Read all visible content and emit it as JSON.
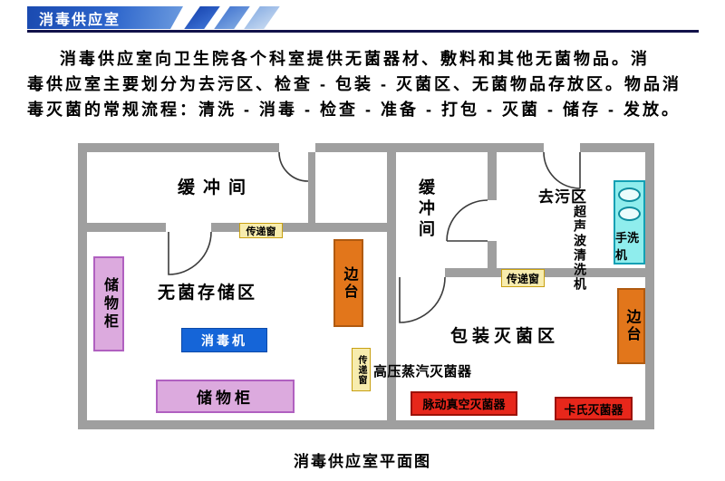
{
  "header": {
    "title": "消毒供应室"
  },
  "intro": {
    "line1": "消毒供应室向卫生院各个科室提供无菌器材、敷料和其他无菌物品。消",
    "line2": "毒供应室主要划分为去污区、检查 - 包装 - 灭菌区、无菌物品存放区。物品消",
    "line3": "毒灭菌的常规流程：清洗 - 消毒 - 检查 - 准备 - 打包 - 灭菌 - 储存 - 发放。"
  },
  "floor_plan": {
    "caption": "消毒供应室平面图",
    "rooms": {
      "buffer_left": "缓冲间",
      "sterile_storage": "无菌存储区",
      "buffer_right": "缓冲间",
      "decontamination": "去污区",
      "packaging": "包装灭菌区"
    },
    "equipment": {
      "cabinet_left": "储物柜",
      "cabinet_bottom": "储物柜",
      "disinfector": "消毒机",
      "side_table_left": "边台",
      "side_table_right": "边台",
      "pass_window_top": "传递窗",
      "pass_window_mid": "传递窗",
      "pass_window_right": "传递窗",
      "ultrasonic_cleaner": "超声波清洗机",
      "hand_washer": "手洗机",
      "autoclave": "高压蒸汽灭菌器",
      "pulse_vacuum_sterilizer": "脉动真空灭菌器",
      "cassette_sterilizer": "卡氏灭菌器"
    }
  },
  "colors": {
    "banner_blue": "#1a4ab0",
    "divider_navy": "#12124a",
    "wall_gray": "#9f9f9f",
    "cabinet_purple": "#dcaade",
    "cabinet_border": "#b060c0",
    "disinfector_blue": "#1565d8",
    "side_table_orange": "#e2761b",
    "pass_window_yellow": "#f7ecae",
    "pass_window_border": "#c8a012",
    "hand_washer_cyan": "#8feded",
    "hand_washer_border": "#12a0b4",
    "sterilizer_red": "#e7271b",
    "sterilizer_border": "#9b1208"
  }
}
